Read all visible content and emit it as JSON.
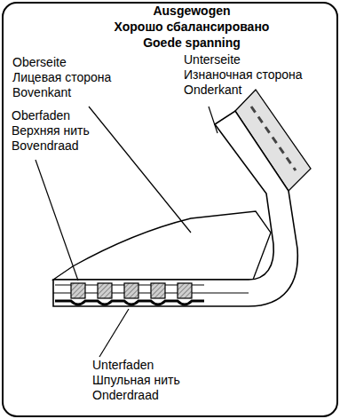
{
  "diagram": {
    "title": "Ausgewogen",
    "labels": [
      "Хорошо сбалансировано",
      "Goede spanning",
      "Oberseite",
      "Лицевая сторона",
      "Bovenkant",
      "Unterseite",
      "Изнаночная сторона",
      "Onderkant",
      "Oberfaden",
      "Верхняя нить",
      "Bovendraad",
      "Unterfaden",
      "Шпульная нить",
      "Onderdraad"
    ]
  }
}
